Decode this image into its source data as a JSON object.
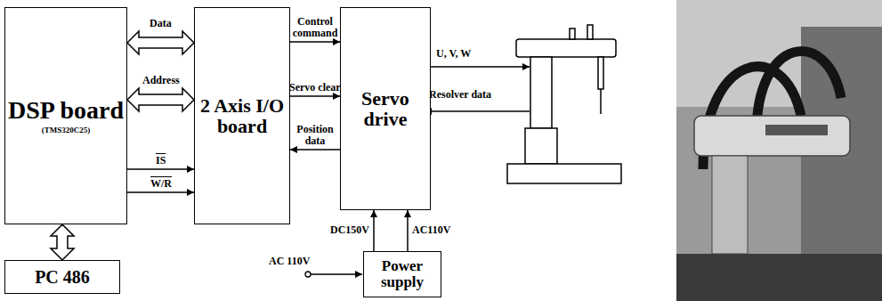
{
  "diagram": {
    "nodes": [
      {
        "text": [
          "DSP board",
          "(TMS320C25)"
        ]
      },
      {
        "text": [
          "PC 486"
        ]
      },
      {
        "text": [
          "2 Axis I/O board"
        ]
      },
      {
        "text": [
          "Servo drive"
        ]
      },
      {
        "text": [
          "Power supply"
        ]
      }
    ],
    "edges": [
      {
        "from": 0,
        "to": 2,
        "arrow": "both",
        "label": "Data"
      },
      {
        "from": 0,
        "to": 2,
        "arrow": "both",
        "label": "Address"
      },
      {
        "from": 0,
        "to": 2,
        "arrow": "to",
        "label": "IS"
      },
      {
        "from": 0,
        "to": 2,
        "arrow": "to",
        "label": "W/R"
      },
      {
        "from": 1,
        "to": 0,
        "arrow": "both"
      },
      {
        "from": 2,
        "to": 3,
        "arrow": "to",
        "label": "Control command"
      },
      {
        "from": 2,
        "to": 3,
        "arrow": "to",
        "label": "Servo clear"
      },
      {
        "from": 3,
        "to": 2,
        "arrow": "to",
        "label": "Position data"
      },
      {
        "from": 4,
        "to": 3,
        "arrow": "to",
        "label": "DC150V"
      },
      {
        "from": 4,
        "to": 3,
        "arrow": "to",
        "label": "AC110V"
      }
    ],
    "labels": [
      "U, V, W",
      "Resolver data",
      "AC 110V"
    ]
  }
}
